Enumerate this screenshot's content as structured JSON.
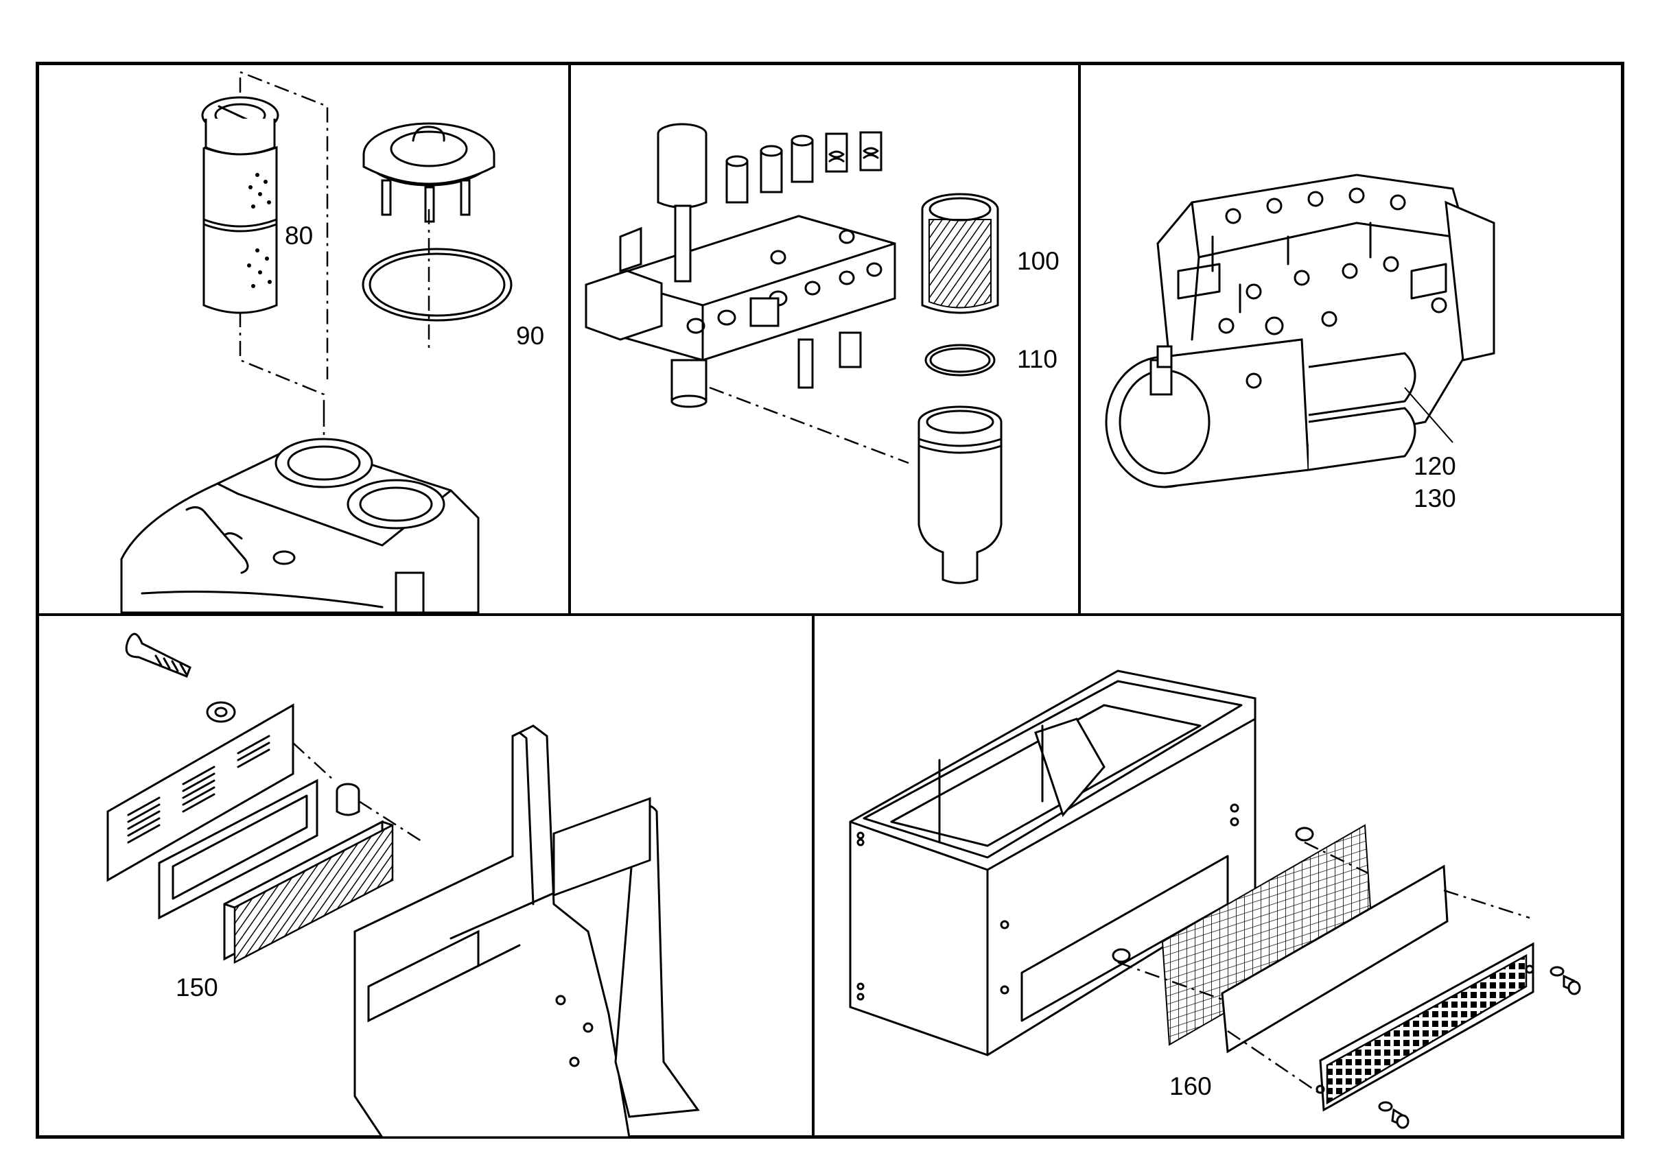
{
  "diagram": {
    "panels": [
      {
        "id": "top-left",
        "callouts": [
          "80",
          "90"
        ]
      },
      {
        "id": "top-middle",
        "callouts": [
          "100",
          "110"
        ]
      },
      {
        "id": "top-right",
        "callouts": [
          "120",
          "130"
        ]
      },
      {
        "id": "bottom-left",
        "callouts": [
          "150"
        ]
      },
      {
        "id": "bottom-right",
        "callouts": [
          "160"
        ]
      }
    ]
  }
}
